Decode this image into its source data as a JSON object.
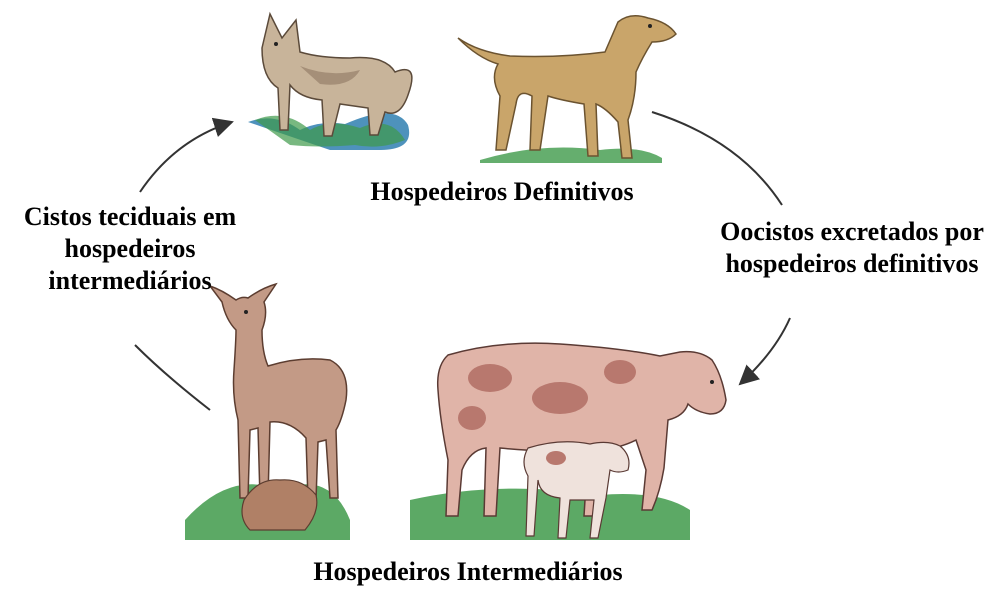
{
  "labels": {
    "definitive_hosts": "Hospedeiros Definitivos",
    "intermediate_hosts": "Hospedeiros Intermediários",
    "tissue_cysts": [
      "Cistos teciduais em",
      "hospedeiros",
      "intermediários"
    ],
    "oocysts": [
      "Oocistos excretados por",
      "hospedeiros definitivos"
    ]
  },
  "colors": {
    "grass": "#3f9a4a",
    "grass_blue": "#2f7fb0",
    "dog": "#c9a56a",
    "fox": "#c8b49a",
    "cow": "#d8a79a",
    "cow_spots": "#b8786e",
    "deer": "#c39a86",
    "arrow": "#333333"
  }
}
